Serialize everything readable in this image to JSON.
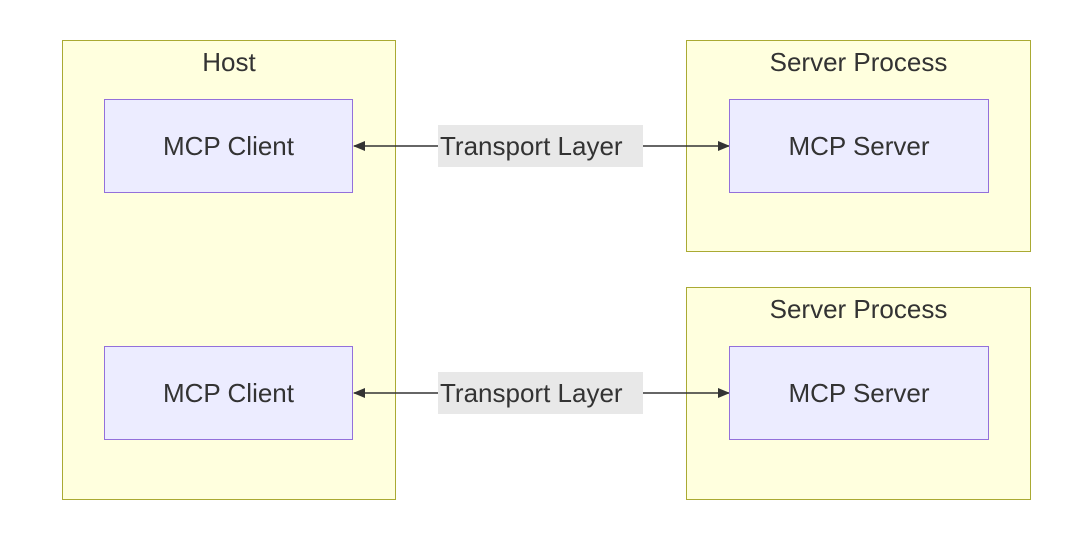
{
  "host": {
    "title": "Host",
    "clients": [
      {
        "label": "MCP Client"
      },
      {
        "label": "MCP Client"
      }
    ]
  },
  "server_processes": [
    {
      "title": "Server Process",
      "server": {
        "label": "MCP Server"
      }
    },
    {
      "title": "Server Process",
      "server": {
        "label": "MCP Server"
      }
    }
  ],
  "edges": [
    {
      "label": "Transport Layer",
      "from": "MCP Client",
      "to": "MCP Server",
      "direction": "bidirectional"
    },
    {
      "label": "Transport Layer",
      "from": "MCP Client",
      "to": "MCP Server",
      "direction": "bidirectional"
    }
  ],
  "colors": {
    "cluster_fill": "#ffffde",
    "cluster_border": "#aaaa33",
    "node_fill": "#ececff",
    "node_border": "#9370db",
    "edge_line": "#333333",
    "edge_label_bg": "#e8e8e8"
  }
}
